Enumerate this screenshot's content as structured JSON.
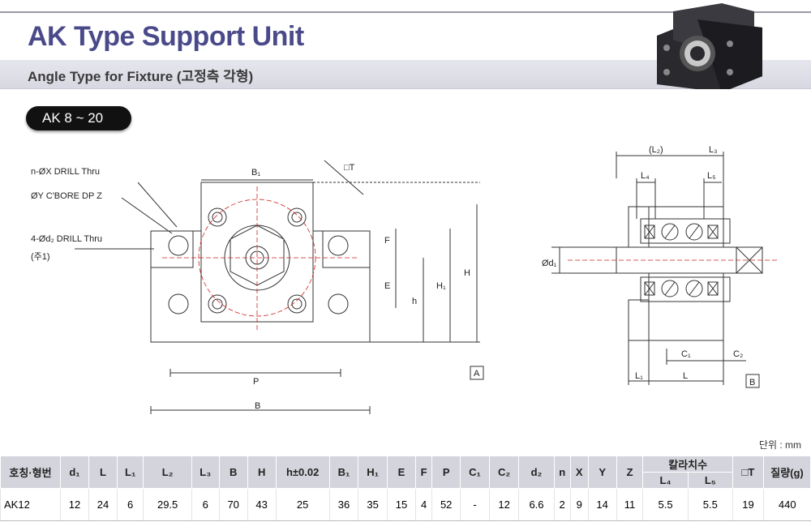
{
  "header": {
    "title": "AK Type Support Unit",
    "subtitle": "Angle Type for Fixture (고정측 각형)"
  },
  "badge": "AK 8 ~ 20",
  "front_view": {
    "callouts": [
      "n-ØX DRILL Thru",
      "ØY C'BORE DP Z",
      "4-Ød₂   DRILL Thru",
      "(주1)"
    ],
    "dims": {
      "B1": "B₁",
      "T": "□T",
      "F": "F",
      "E": "E",
      "h": "h",
      "H1": "H₁",
      "H": "H",
      "P": "P",
      "B": "B",
      "A": "A"
    }
  },
  "side_view": {
    "dims": {
      "L2": "(L₂)",
      "L3": "L₃",
      "L4": "L₄",
      "L5": "L₅",
      "d1": "Ød₁",
      "C1": "C₁",
      "C2": "C₂",
      "L1": "L₁",
      "L": "L",
      "B": "B"
    }
  },
  "unit_label": "단위 : mm",
  "table": {
    "headers": [
      "호칭·형번",
      "d₁",
      "L",
      "L₁",
      "L₂",
      "L₃",
      "B",
      "H",
      "h±0.02",
      "B₁",
      "H₁",
      "E",
      "F",
      "P",
      "C₁",
      "C₂",
      "d₂",
      "n",
      "X",
      "Y",
      "Z",
      "칼라치수",
      "□T",
      "질량(g)"
    ],
    "collar_sub": [
      "L₄",
      "L₅"
    ],
    "rows": [
      [
        "AK12",
        "12",
        "24",
        "6",
        "29.5",
        "6",
        "70",
        "43",
        "25",
        "36",
        "35",
        "15",
        "4",
        "52",
        "-",
        "12",
        "6.6",
        "2",
        "9",
        "14",
        "11",
        "5.5",
        "5.5",
        "19",
        "440"
      ]
    ]
  },
  "colors": {
    "title": "#4a4a8a",
    "table_header": "#d4d4dc",
    "drawing_line": "#333333",
    "center_line": "#d02020"
  }
}
